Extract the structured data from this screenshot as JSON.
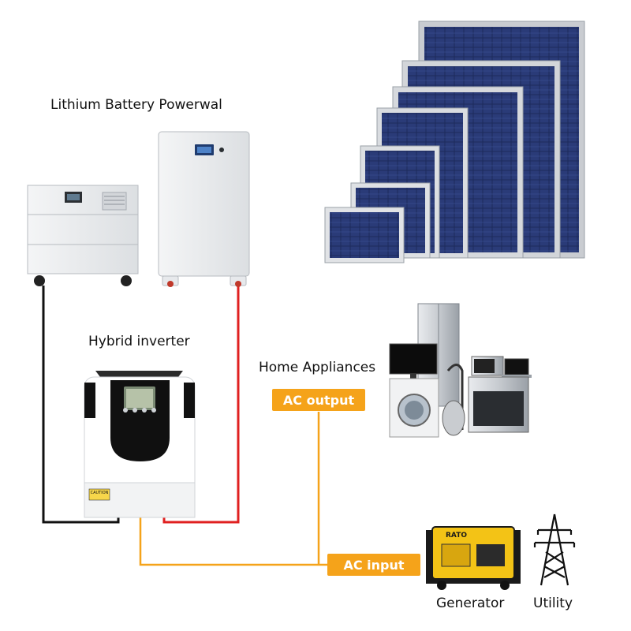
{
  "labels": {
    "battery": "Lithium Battery Powerwal",
    "inverter": "Hybrid inverter",
    "appliances": "Home Appliances",
    "generator": "Generator",
    "utility": "Utility"
  },
  "tags": {
    "ac_output": "AC output",
    "ac_input": "AC input"
  },
  "inverter_panel": {
    "caution": "CAUTION"
  },
  "generator_brand": "RATO",
  "colors": {
    "accent": "#f5a31a",
    "cable_red": "#e02020",
    "cable_black": "#111111",
    "panel_frame": "#c9ccd1",
    "panel_cell": "#1c2a5a",
    "generator_yellow": "#f3c316"
  }
}
